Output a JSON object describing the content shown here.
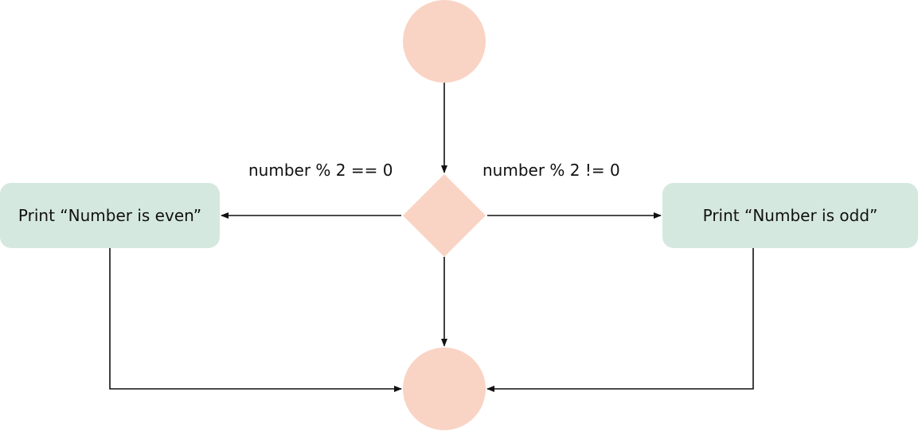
{
  "colors": {
    "terminal_fill": "#f9d4c4",
    "decision_fill": "#f9d4c4",
    "process_fill": "#d5e8e0",
    "line": "#111111"
  },
  "nodes": {
    "start": {
      "shape": "circle",
      "label": ""
    },
    "decision": {
      "shape": "diamond",
      "label": ""
    },
    "even_box": {
      "shape": "rounded-rect",
      "label": "Print “Number is even”"
    },
    "odd_box": {
      "shape": "rounded-rect",
      "label": "Print “Number is odd”"
    },
    "end": {
      "shape": "circle",
      "label": ""
    }
  },
  "edges": {
    "start_to_decision": {
      "from": "start",
      "to": "decision",
      "label": ""
    },
    "decision_to_even": {
      "from": "decision",
      "to": "even_box",
      "label": "number % 2 == 0"
    },
    "decision_to_odd": {
      "from": "decision",
      "to": "odd_box",
      "label": "number % 2 != 0"
    },
    "decision_to_end": {
      "from": "decision",
      "to": "end",
      "label": ""
    },
    "even_to_end": {
      "from": "even_box",
      "to": "end",
      "label": ""
    },
    "odd_to_end": {
      "from": "odd_box",
      "to": "end",
      "label": ""
    }
  }
}
